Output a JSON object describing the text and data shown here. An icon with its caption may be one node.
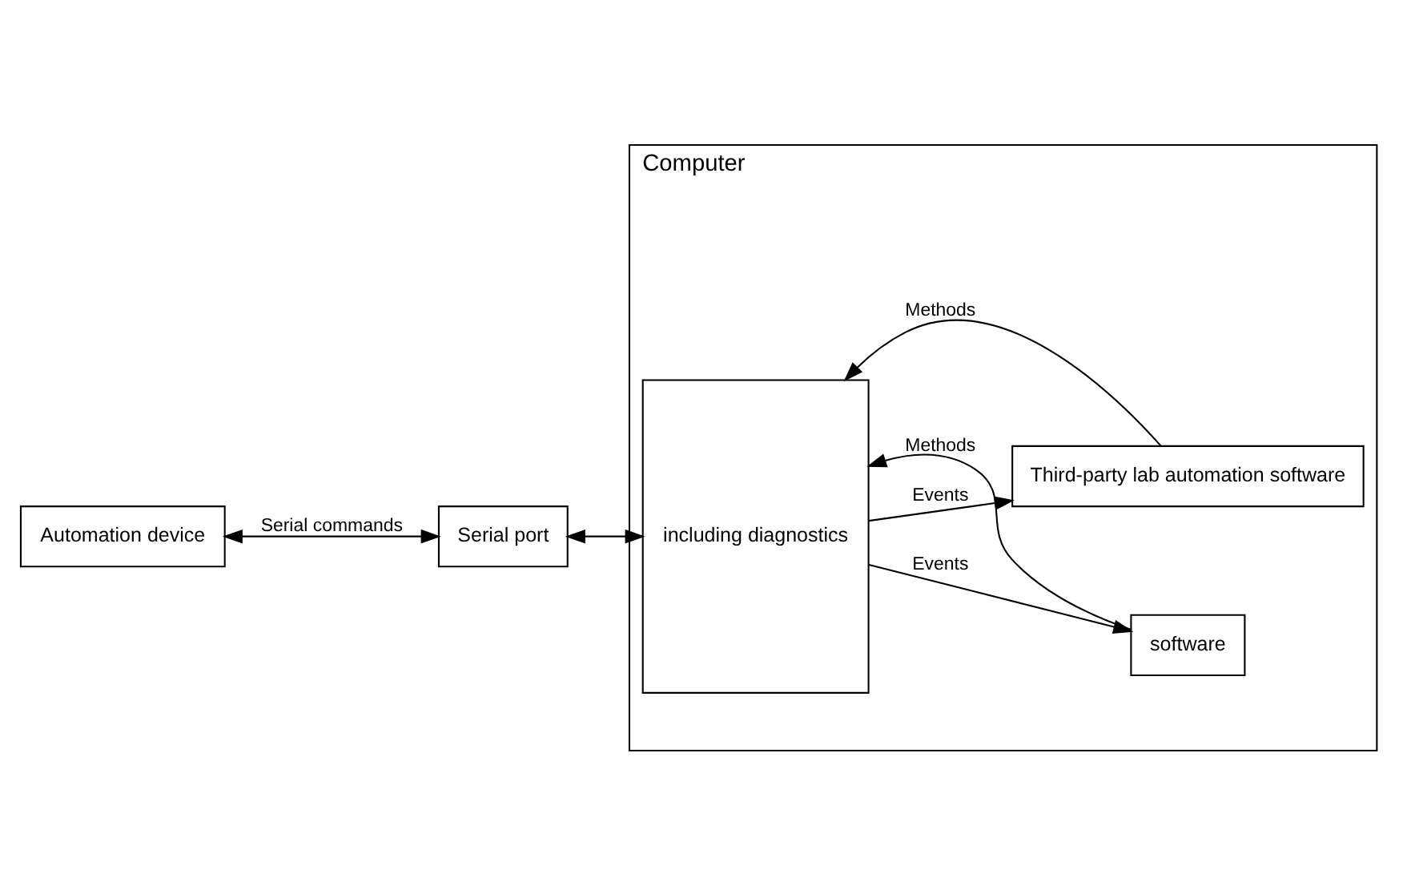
{
  "diagram": {
    "nodes": [
      {
        "text": [
          "Automation device"
        ]
      },
      {
        "text": [
          "Serial port"
        ]
      },
      {
        "text": [
          "Computer"
        ]
      },
      {
        "text": [
          "including diagnostics"
        ],
        "in": 2
      },
      {
        "text": [
          "software"
        ],
        "in": 2
      },
      {
        "text": [
          "Third-party lab automation software"
        ],
        "in": 2
      }
    ],
    "edges": [
      {
        "from": 0,
        "to": 1,
        "arrow": "both",
        "label": "Serial commands"
      },
      {
        "from": 1,
        "to": 3,
        "arrow": "both"
      },
      {
        "from": 4,
        "to": 3,
        "arrow": "to",
        "label": "Methods"
      },
      {
        "from": 3,
        "to": 4,
        "arrow": "to",
        "label": "Events"
      },
      {
        "from": 5,
        "to": 3,
        "arrow": "to",
        "label": "Methods"
      },
      {
        "from": 3,
        "to": 5,
        "arrow": "to",
        "label": "Events"
      }
    ]
  }
}
